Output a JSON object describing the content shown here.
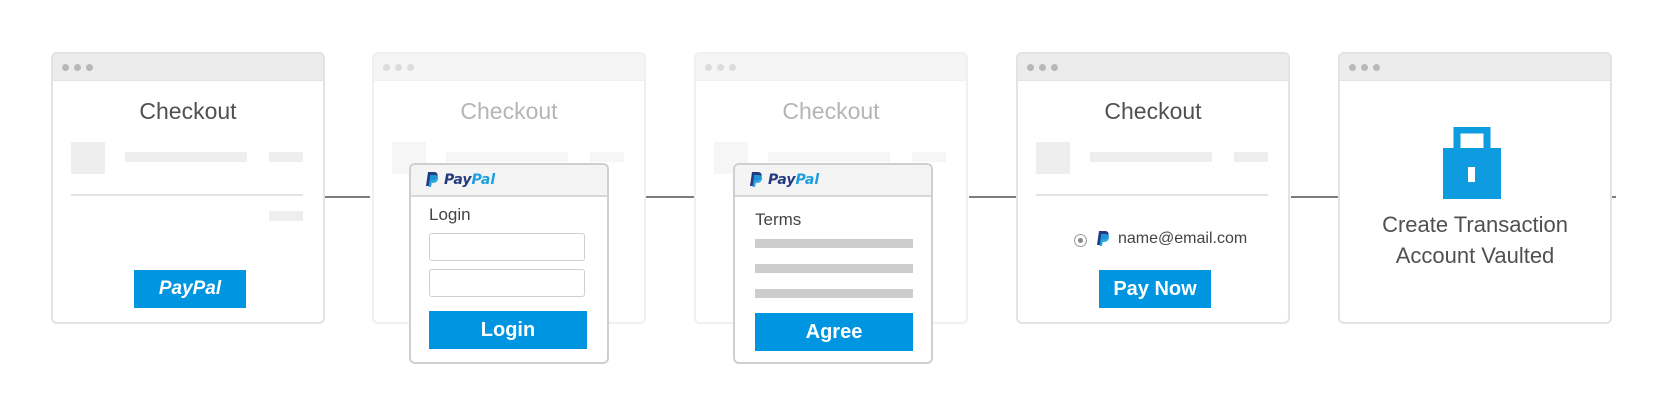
{
  "steps": [
    {
      "title": "Checkout",
      "button": "PayPal"
    },
    {
      "title": "Checkout",
      "popup": {
        "brand_p1": "Pay",
        "brand_p2": "Pal",
        "heading": "Login",
        "button": "Login"
      }
    },
    {
      "title": "Checkout",
      "popup": {
        "brand_p1": "Pay",
        "brand_p2": "Pal",
        "heading": "Terms",
        "button": "Agree"
      }
    },
    {
      "title": "Checkout",
      "email": "name@email.com",
      "button": "Pay Now"
    },
    {
      "result_line1": "Create Transaction",
      "result_line2": "Account Vaulted",
      "icon": "lock-icon"
    }
  ],
  "colors": {
    "accent": "#0095e0",
    "paypal_dark": "#243b80",
    "paypal_light": "#1d9ee0",
    "connector": "#7d7d7d"
  }
}
